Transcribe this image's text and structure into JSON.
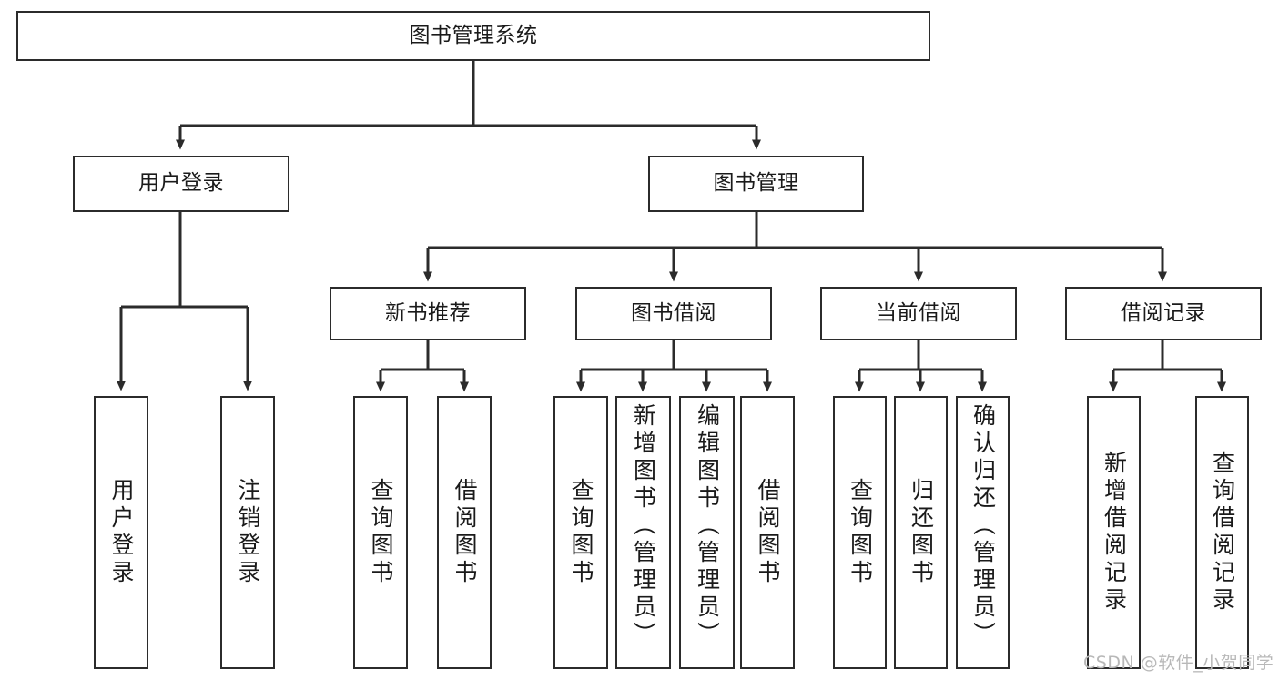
{
  "diagram": {
    "title": "图书管理系统",
    "type": "tree-hierarchy-chart",
    "line_color": "#2b2b2b",
    "box_fill": "#ffffff",
    "text_color": "#1a1a1a"
  },
  "nodes": {
    "root": {
      "label": "图书管理系统",
      "level": 1
    },
    "level2": [
      {
        "id": "user-login",
        "label": "用户登录"
      },
      {
        "id": "book-manage",
        "label": "图书管理"
      }
    ],
    "level3": [
      {
        "id": "new-book-recommend",
        "label": "新书推荐"
      },
      {
        "id": "book-borrow",
        "label": "图书借阅"
      },
      {
        "id": "current-borrow",
        "label": "当前借阅"
      },
      {
        "id": "borrow-record",
        "label": "借阅记录"
      }
    ],
    "leaves": {
      "user-login": [
        {
          "id": "leaf-user-login",
          "label": "用户登录"
        },
        {
          "id": "leaf-user-logout",
          "label": "注销登录"
        }
      ],
      "new-book-recommend": [
        {
          "id": "leaf-query-book-1",
          "label": "查询图书"
        },
        {
          "id": "leaf-borrow-book-1",
          "label": "借阅图书"
        }
      ],
      "book-borrow": [
        {
          "id": "leaf-query-book-2",
          "label": "查询图书"
        },
        {
          "id": "leaf-add-book",
          "label": "新增图书（管理员）"
        },
        {
          "id": "leaf-edit-book",
          "label": "编辑图书（管理员）"
        },
        {
          "id": "leaf-borrow-book-2",
          "label": "借阅图书"
        }
      ],
      "current-borrow": [
        {
          "id": "leaf-query-book-3",
          "label": "查询图书"
        },
        {
          "id": "leaf-return-book",
          "label": "归还图书"
        },
        {
          "id": "leaf-confirm-return",
          "label": "确认归还（管理员）"
        }
      ],
      "borrow-record": [
        {
          "id": "leaf-add-record",
          "label": "新增借阅记录"
        },
        {
          "id": "leaf-query-record",
          "label": "查询借阅记录"
        }
      ]
    }
  },
  "watermark": {
    "text": "CSDN @软件_小贺同学"
  }
}
